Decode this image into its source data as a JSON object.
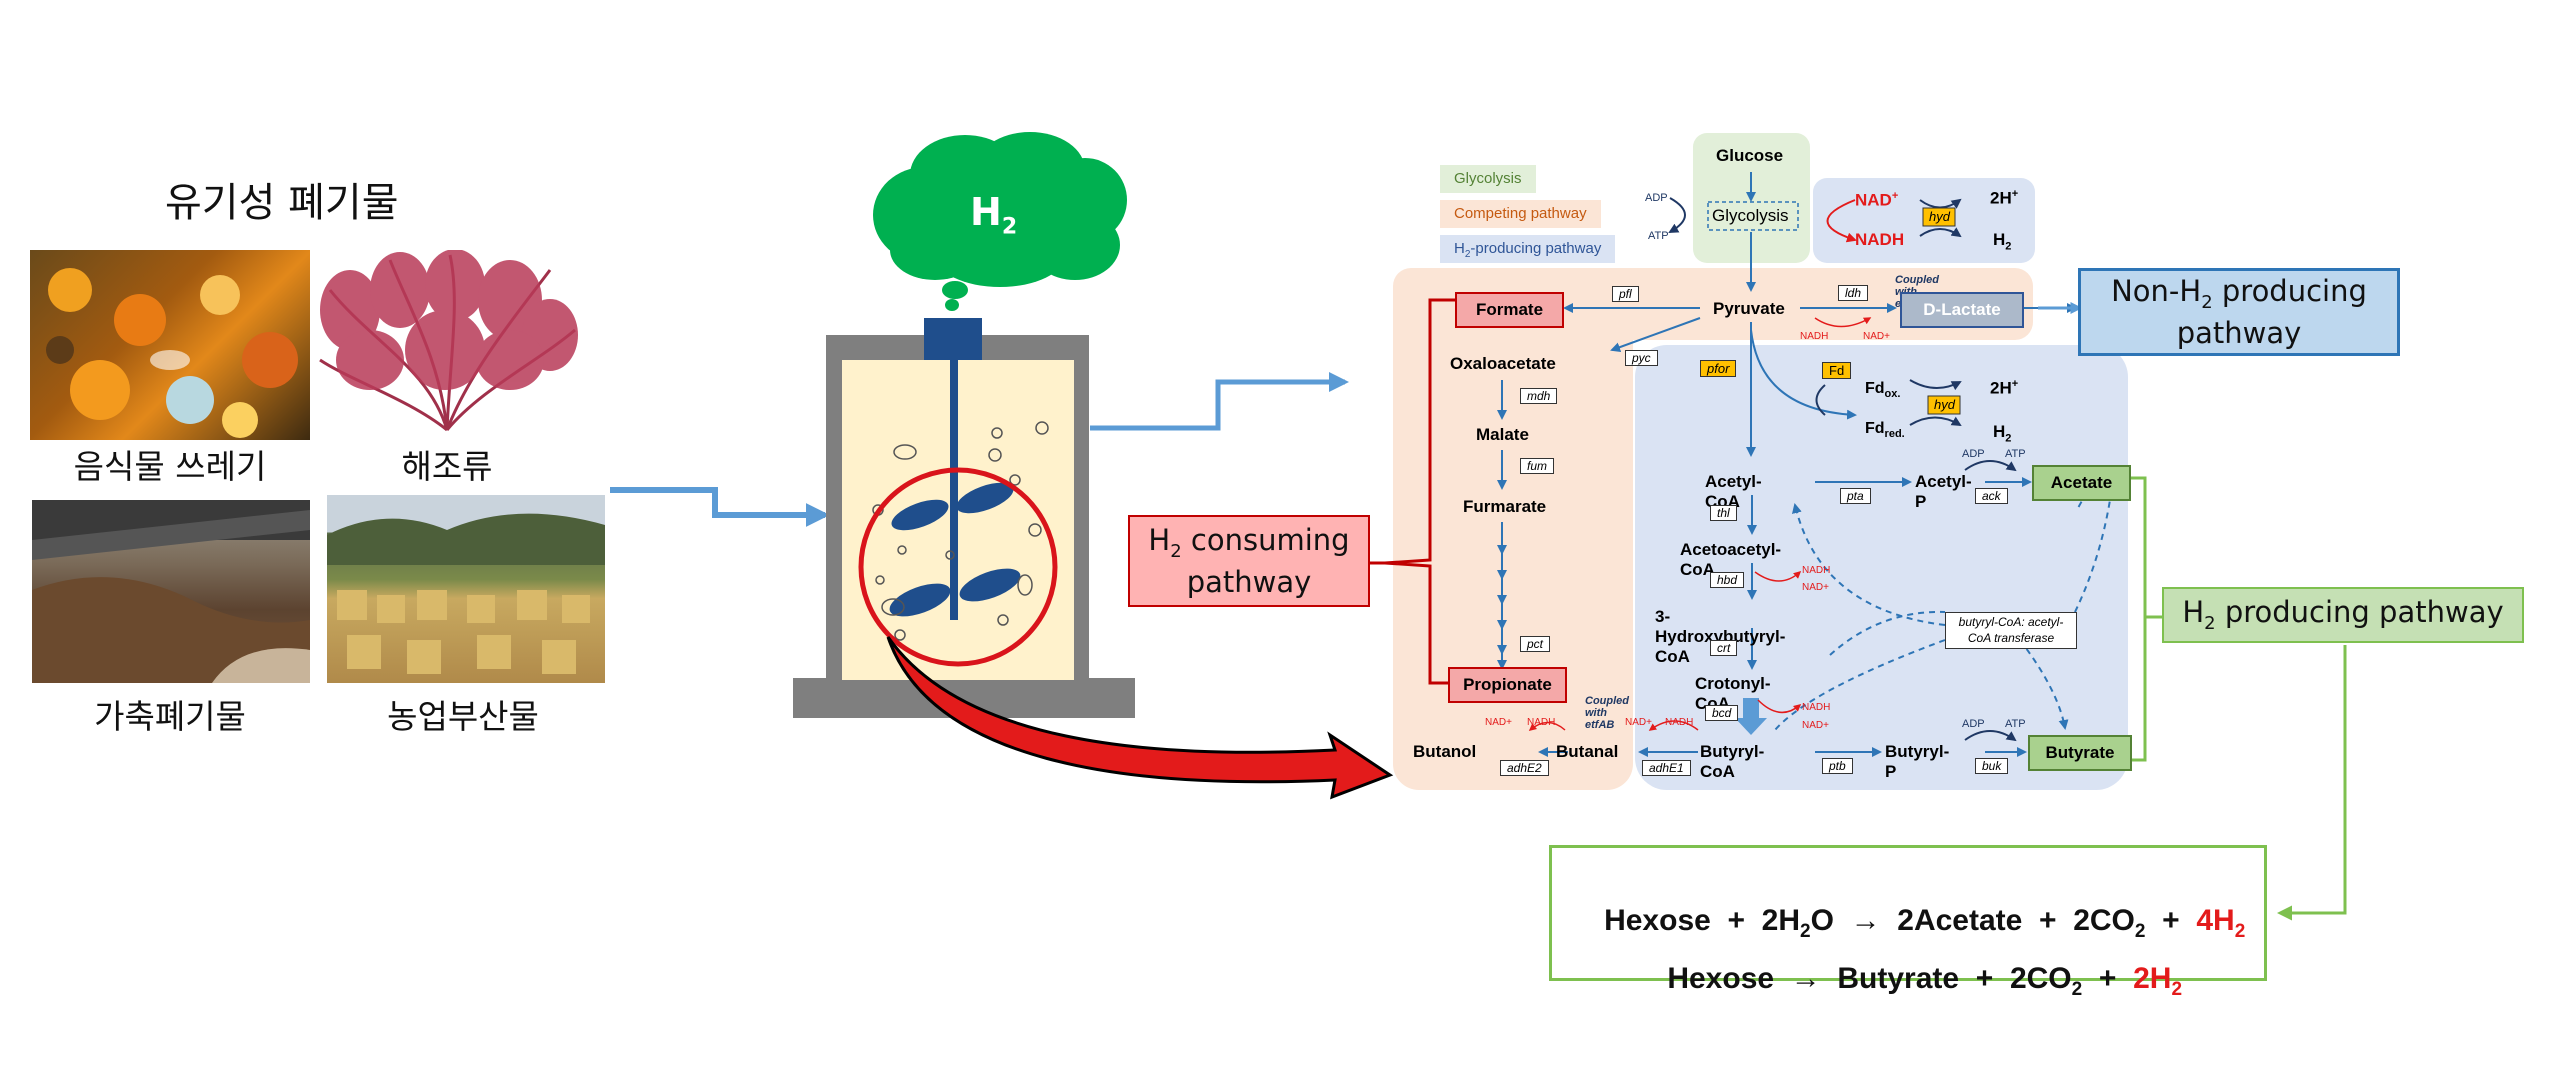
{
  "left": {
    "title": "유기성 폐기물",
    "photos": [
      {
        "label": "음식물 쓰레기",
        "icon": "food-waste-photo"
      },
      {
        "label": "해조류",
        "icon": "seaweed-photo"
      },
      {
        "label": "가축폐기물",
        "icon": "livestock-waste-photo"
      },
      {
        "label": "농업부산물",
        "icon": "agricultural-byproduct-photo"
      }
    ]
  },
  "reactor": {
    "gas": "H",
    "gas_sub": "2"
  },
  "legend": [
    {
      "label": "Glycolysis",
      "color": "#e2efd9"
    },
    {
      "label": "Competing pathway",
      "color": "#fbe5d6"
    },
    {
      "label": "H",
      "label_sub": "2",
      "label_rest": "-producing pathway",
      "color": "#dae3f3"
    }
  ],
  "side_boxes": {
    "non_h2": {
      "line1": "Non-H",
      "sub": "2",
      "line1_rest": " producing",
      "line2": "pathway"
    },
    "h2_consuming": {
      "pre": "H",
      "sub": "2",
      "rest": " consuming",
      "line2": "pathway"
    },
    "h2_producing": {
      "pre": "H",
      "sub": "2",
      "rest": " producing pathway"
    }
  },
  "pathway": {
    "glucose": "Glucose",
    "glycolysis": "Glycolysis",
    "adp": "ADP",
    "atp": "ATP",
    "nad_plus": "NAD",
    "nadh": "NADH",
    "hyd": "hyd",
    "two_h_plus": "2H",
    "h2": "H",
    "pyruvate": "Pyruvate",
    "formate": "Formate",
    "pfl": "pfl",
    "ldh": "ldh",
    "coupled": "Coupled with etfAB",
    "d_lactate": "D-Lactate",
    "nadh_small": "NADH",
    "nad_small": "NAD+",
    "oxaloacetate": "Oxaloacetate",
    "pyc": "pyc",
    "pfor": "pfor",
    "fd": "Fd",
    "fd_ox": "Fd",
    "ox": "ox.",
    "red": "red.",
    "mdh": "mdh",
    "malate": "Malate",
    "fum": "fum",
    "furmarate": "Furmarate",
    "pct": "pct",
    "propionate": "Propionate",
    "acetyl_coa": "Acetyl-CoA",
    "pta": "pta",
    "acetyl_p": "Acetyl-P",
    "ack": "ack",
    "acetate": "Acetate",
    "thl": "thl",
    "acetoacetyl_coa": "Acetoacetyl-CoA",
    "hbd": "hbd",
    "hydroxybutyryl": "3-Hydroxybutyryl-CoA",
    "crt": "crt",
    "crotonyl": "Crotonyl-CoA",
    "bcd": "bcd",
    "butyryl_coa": "Butyryl-CoA",
    "ptb": "ptb",
    "butyryl_p": "Butyryl-P",
    "buk": "buk",
    "butyrate": "Butyrate",
    "transferase1": "butyryl-CoA: acetyl-",
    "transferase2": "CoA transferase",
    "butanol": "Butanol",
    "butanal": "Butanal",
    "adhe2": "adhE2",
    "adhe1": "adhE1"
  },
  "equations": {
    "eq1": {
      "a": "Hexose  +  2H",
      "a_sub": "2",
      "b": "O  →  2Acetate  +  2CO",
      "b_sub": "2",
      "c": "  +  ",
      "h": "4H",
      "h_sub": "2"
    },
    "eq2": {
      "a": "Hexose  →  Butyrate  +  2CO",
      "a_sub": "2",
      "c": "  +  ",
      "h": "2H",
      "h_sub": "2"
    }
  },
  "colors": {
    "arrow_blue": "#5b9bd5",
    "red_circle": "#d9141b",
    "green_cloud": "#00b050",
    "pathway_blue": "#2e75b6",
    "green_border": "#7ec04f"
  }
}
